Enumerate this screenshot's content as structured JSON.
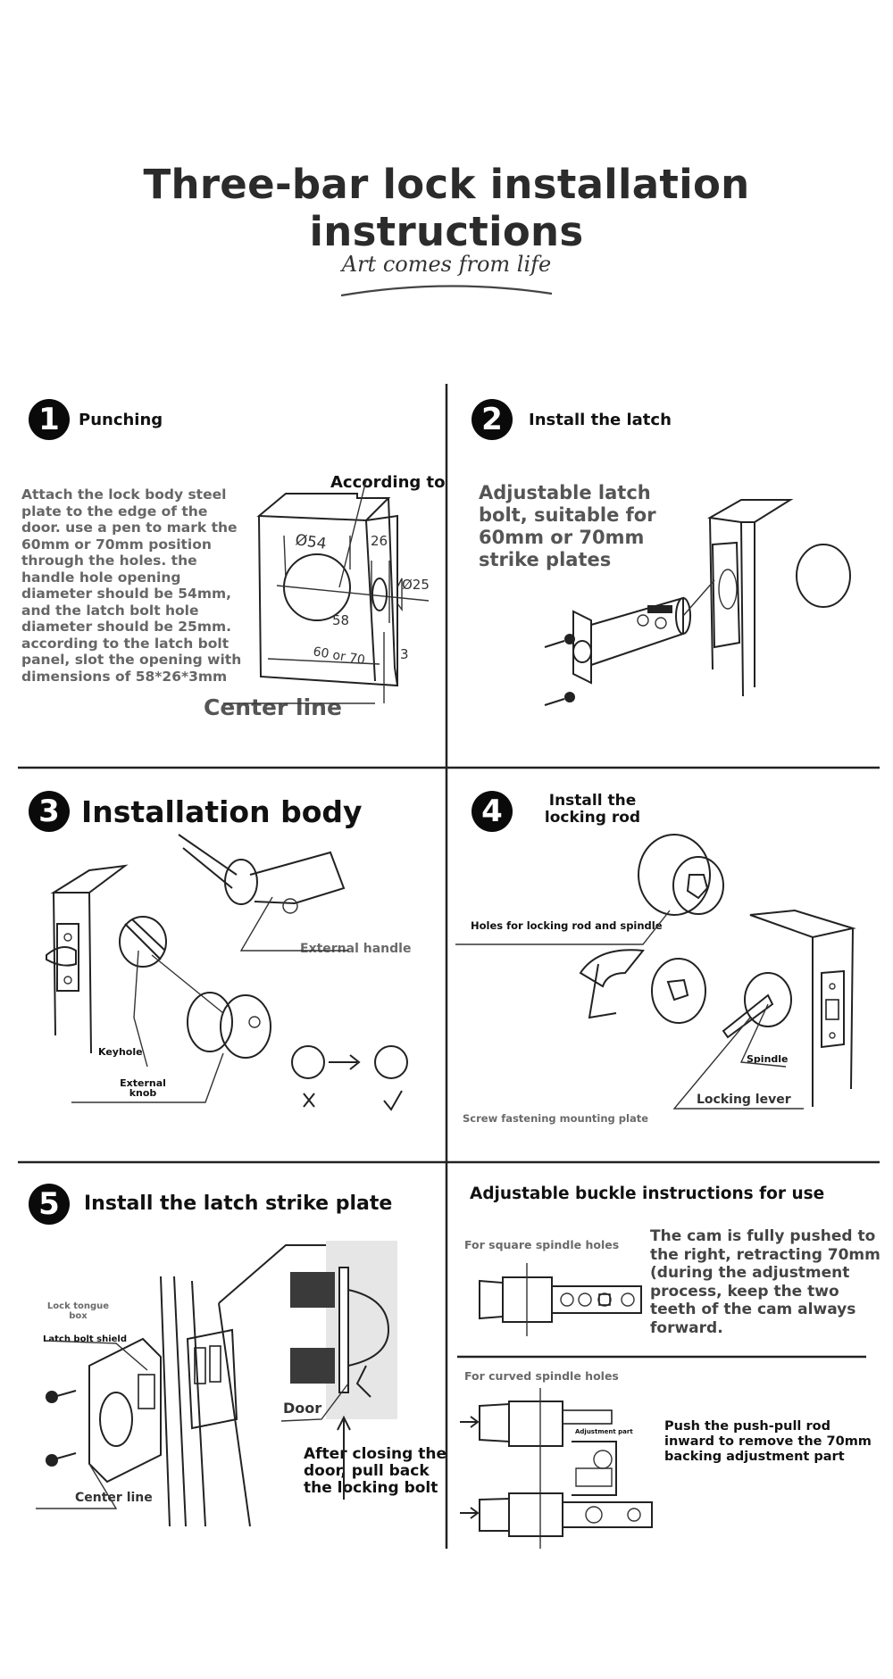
{
  "header": {
    "title": "Three-bar lock installation instructions",
    "tagline": "Art comes from life"
  },
  "steps": {
    "s1": {
      "number": "1",
      "title": "Punching",
      "description": "Attach the lock body steel plate to the edge of the door. use a pen to mark the 60mm or 70mm position through the holes. the handle hole opening diameter should be 54mm, and the latch bolt hole diameter should be 25mm. according to the latch bolt panel, slot the opening with dimensions of 58*26*3mm",
      "according_to": "According to",
      "center_line": "Center line",
      "dims": {
        "d54": "Ø54",
        "d26": "26",
        "d25": "Ø25",
        "d58": "58",
        "d6070": "60 or 70",
        "d3": "3"
      }
    },
    "s2": {
      "number": "2",
      "title": "Install the latch",
      "description": "Adjustable latch bolt, suitable for 60mm or 70mm strike plates"
    },
    "s3": {
      "number": "3",
      "title": "Installation body",
      "external_handle": "External handle",
      "keyhole": "Keyhole",
      "external_knob": "External knob"
    },
    "s4": {
      "number": "4",
      "title": "Install the locking rod",
      "holes_label": "Holes for locking rod and spindle",
      "spindle": "Spindle",
      "locking_lever": "Locking lever",
      "screw_plate": "Screw fastening mounting plate"
    },
    "s5": {
      "number": "5",
      "title": "Install the latch strike plate",
      "lock_tongue_box": "Lock tongue box",
      "latch_bolt_shield": "Latch bolt shield",
      "center_line": "Center line",
      "door": "Door",
      "after_closing": "After closing the door, pull back the locking bolt"
    },
    "s6": {
      "title": "Adjustable buckle instructions for use",
      "square_label": "For square spindle holes",
      "square_desc": "The cam is fully pushed to the right, retracting 70mm (during the adjustment process, keep the two teeth of the cam always forward. ",
      "curved_label": "For curved spindle holes",
      "adjustment_part": "Adjustment part",
      "curved_desc": "Push the push-pull rod inward to remove the 70mm backing adjustment part"
    }
  },
  "colors": {
    "ink": "#111111",
    "grey_text": "#666666",
    "divider": "#222222"
  }
}
